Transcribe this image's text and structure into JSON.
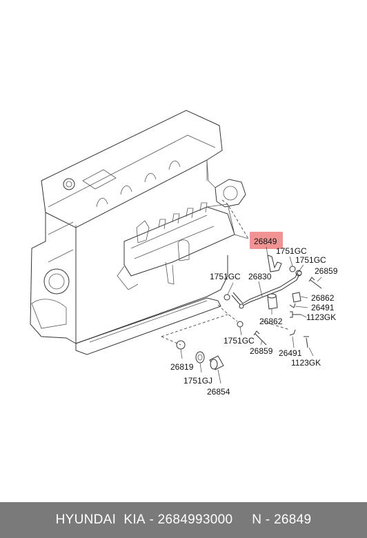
{
  "highlighted_part": "26849",
  "callouts": {
    "c26849": "26849",
    "c1751GC_a": "1751GC",
    "c1751GC_b": "1751GC",
    "c1751GC_c": "1751GC",
    "c1751GC_d": "1751GC",
    "c26859_a": "26859",
    "c26859_b": "26859",
    "c26830": "26830",
    "c26862_a": "26862",
    "c26862_b": "26862",
    "c26491_a": "26491",
    "c26491_b": "26491",
    "c1123GK_a": "1123GK",
    "c1123GK_b": "1123GK",
    "c26819": "26819",
    "c1751GJ": "1751GJ",
    "c26854": "26854"
  },
  "footer": {
    "brand": "HYUNDAI  KIA",
    "separator1": " - ",
    "part_number": "2684993000",
    "gap": "     ",
    "ref_prefix": "N - ",
    "ref_number": "26849"
  },
  "colors": {
    "highlight": "#f08080",
    "footer_bg": "#7a7a7a",
    "footer_text": "#ffffff"
  }
}
